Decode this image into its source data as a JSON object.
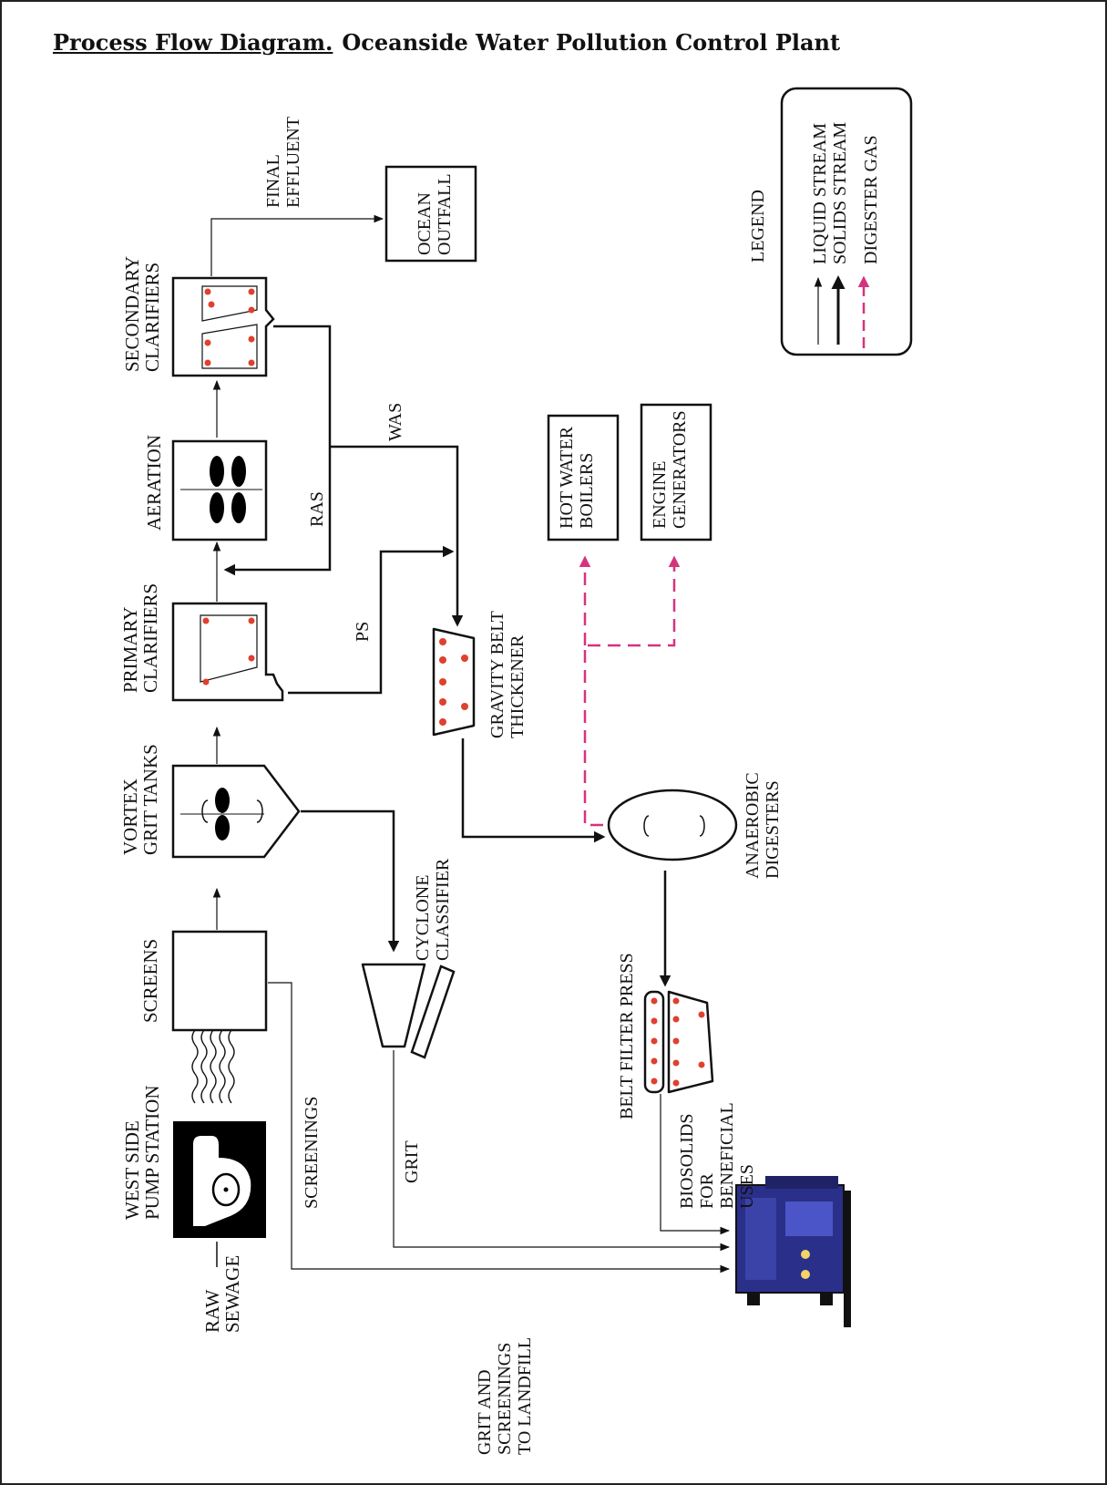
{
  "title": {
    "part1": "Process Flow Diagram.",
    "part2": "Oceanside Water Pollution Control Plant"
  },
  "labels": {
    "raw_sewage": [
      "RAW",
      "SEWAGE"
    ],
    "pump_station": [
      "WEST SIDE",
      "PUMP STATION"
    ],
    "screens": [
      "SCREENS"
    ],
    "vortex": [
      "VORTEX",
      "GRIT TANKS"
    ],
    "primary": [
      "PRIMARY",
      "CLARIFIERS"
    ],
    "aeration": [
      "AERATION"
    ],
    "secondary": [
      "SECONDARY",
      "CLARIFIERS"
    ],
    "final_effluent": [
      "FINAL",
      "EFFLUENT"
    ],
    "ocean_outfall": [
      "OCEAN",
      "OUTFALL"
    ],
    "legend_title": [
      "LEGEND"
    ],
    "legend_liquid": [
      "LIQUID STREAM"
    ],
    "legend_solids": [
      "SOLIDS STREAM"
    ],
    "legend_gas": [
      "DIGESTER GAS"
    ],
    "ras": [
      "RAS"
    ],
    "was": [
      "WAS"
    ],
    "ps": [
      "PS"
    ],
    "hot_water_boilers": [
      "HOT WATER",
      "BOILERS"
    ],
    "engine_generators": [
      "ENGINE",
      "GENERATORS"
    ],
    "gravity_belt": [
      "GRAVITY BELT",
      "THICKENER"
    ],
    "anaerobic": [
      "ANAEROBIC",
      "DIGESTERS"
    ],
    "cyclone": [
      "CYCLONE",
      "CLASSIFIER"
    ],
    "belt_filter": [
      "BELT FILTER PRESS"
    ],
    "screenings": [
      "SCREENINGS"
    ],
    "grit": [
      "GRIT"
    ],
    "biosolids": [
      "BIOSOLIDS",
      "FOR",
      "BENEFICIAL",
      "USES"
    ],
    "landfill": [
      "GRIT AND",
      "SCREENINGS",
      "TO LANDFILL"
    ]
  },
  "colors": {
    "ink": "#111111",
    "digester_gas": "#d6337f",
    "dots": "#e0402f",
    "truck": "#2a2f8a"
  }
}
